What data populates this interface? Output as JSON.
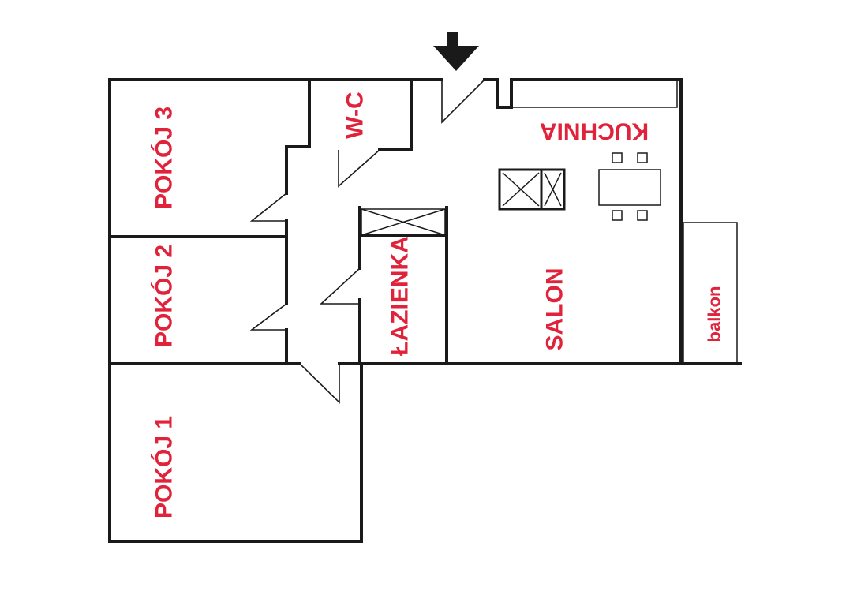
{
  "rooms": {
    "pokoj3": "POKÓJ 3",
    "pokoj2": "POKÓJ 2",
    "pokoj1": "POKÓJ 1",
    "wc": "W-C",
    "lazienka": "ŁAZIENKA",
    "salon": "SALON",
    "kuchnia": "KUCHNIA",
    "balkon": "balkon"
  },
  "colors": {
    "label": "#e0223a",
    "wall": "#1a1a1a",
    "background": "#ffffff"
  },
  "icons": {
    "entrance": "arrow-down-icon"
  }
}
